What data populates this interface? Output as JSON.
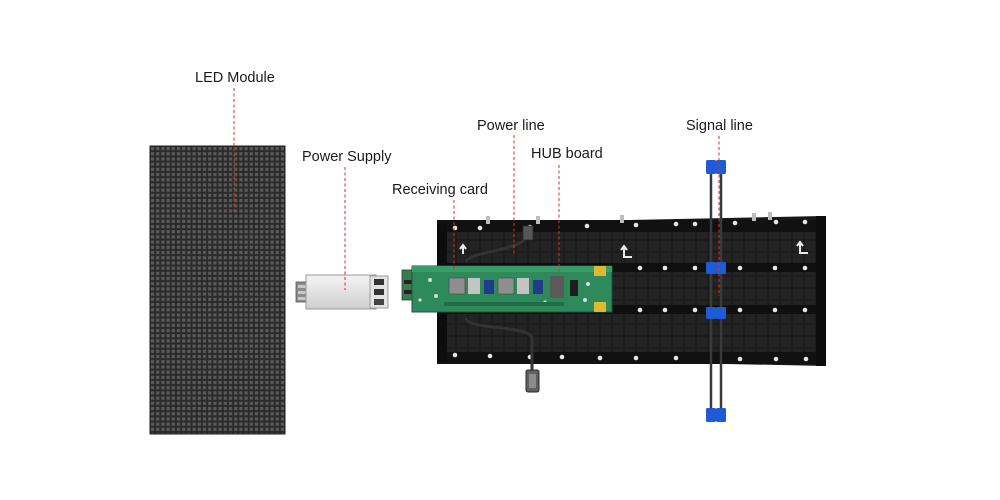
{
  "labels": {
    "led_module": "LED Module",
    "power_supply": "Power Supply",
    "receiving_card": "Receiving card",
    "power_line": "Power line",
    "hub_board": "HUB board",
    "signal_line": "Signal line"
  },
  "colors": {
    "leader_line": "#d4302a",
    "led_module_body": "#2e2e2e",
    "led_pixel": "#565656",
    "cabinet_frame": "#1b1b1b",
    "pcb_green": "#2f8a5b",
    "connector_blue": "#1f5bd6",
    "cable": "#3a3a3a"
  }
}
